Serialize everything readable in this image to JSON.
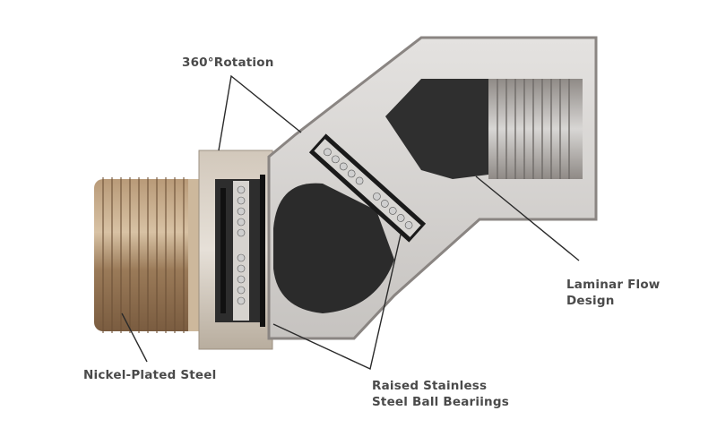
{
  "diagram": {
    "subject": "Swivel pipe fitting cutaway",
    "colors": {
      "background": "#ffffff",
      "label_text": "#4a4a4a",
      "leader_line": "#2a2a2a",
      "nickel_thread": "#a88a6a",
      "nickel_thread_dark": "#6e5238",
      "stainless_body": "#d4d2d0",
      "stainless_edge": "#8a8582",
      "bore_dark": "#2b2b2b",
      "seal_black": "#141414",
      "ball_bearing": "#c9c9c9",
      "nut": "#c8bfb3"
    },
    "labels": {
      "rotation": "360°Rotation",
      "nickel": "Nickel-Plated Steel",
      "bearings_line1": "Raised Stainless",
      "bearings_line2": "Steel Ball Beariings",
      "laminar_line1": "Laminar Flow",
      "laminar_line2": "Design"
    }
  }
}
